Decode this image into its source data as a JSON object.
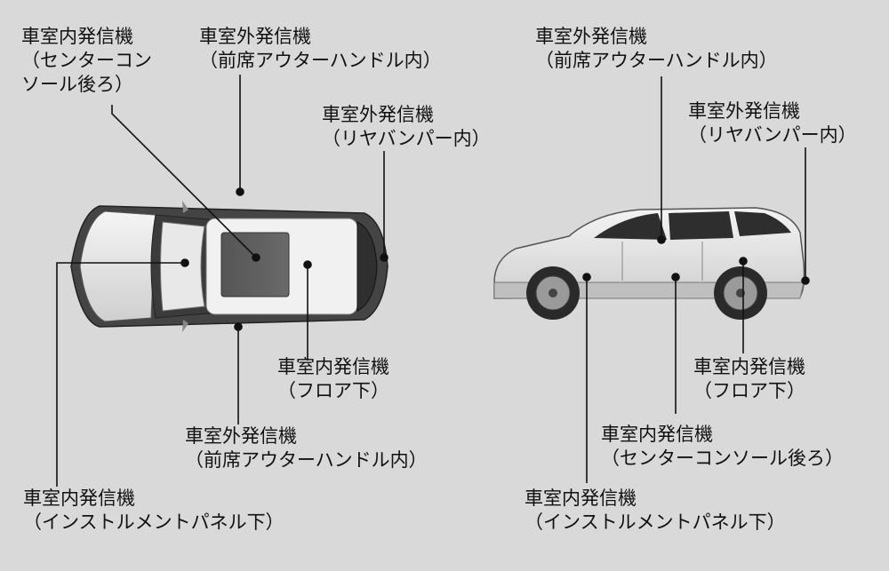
{
  "top_view": {
    "interior_console": {
      "line1": "車室内発信機",
      "line2": "（センターコン",
      "line3": "ソール後ろ）"
    },
    "exterior_front_upper": {
      "line1": "車室外発信機",
      "line2": "（前席アウターハンドル内）"
    },
    "exterior_rear_bumper": {
      "line1": "車室外発信機",
      "line2": "（リヤバンパー内）"
    },
    "interior_floor": {
      "line1": "車室内発信機",
      "line2": "（フロア下）"
    },
    "exterior_front_lower": {
      "line1": "車室外発信機",
      "line2": "（前席アウターハンドル内）"
    },
    "interior_instrument": {
      "line1": "車室内発信機",
      "line2": "（インストルメントパネル下）"
    }
  },
  "side_view": {
    "exterior_front": {
      "line1": "車室外発信機",
      "line2": "（前席アウターハンドル内）"
    },
    "exterior_rear_bumper": {
      "line1": "車室外発信機",
      "line2": "（リヤバンパー内）"
    },
    "interior_floor": {
      "line1": "車室内発信機",
      "line2": "（フロア下）"
    },
    "interior_console": {
      "line1": "車室内発信機",
      "line2": "（センターコンソール後ろ）"
    },
    "interior_instrument": {
      "line1": "車室内発信機",
      "line2": "（インストルメントパネル下）"
    }
  }
}
